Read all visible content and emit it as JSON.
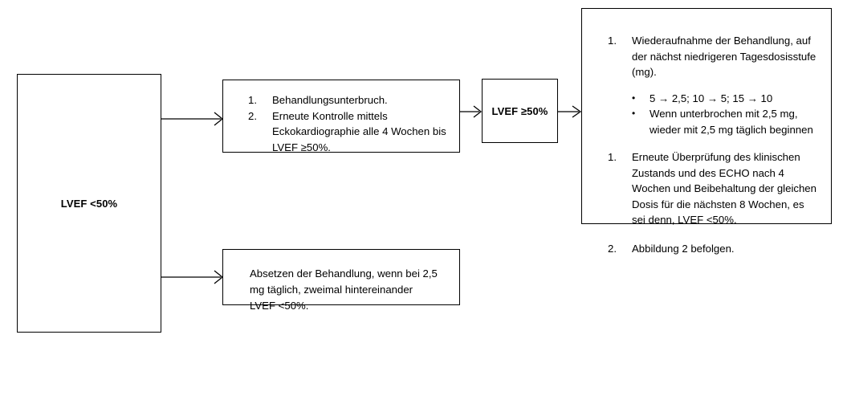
{
  "diagram": {
    "nodes": {
      "lvef_low": {
        "label": "LVEF <50%"
      },
      "interrupt": {
        "items": [
          {
            "marker": "1.",
            "text": "Behandlungsunterbruch."
          },
          {
            "marker": "2.",
            "text": "Erneute Kontrolle mittels Eckokardiographie alle 4 Wochen bis LVEF ≥50%."
          }
        ]
      },
      "lvef_ok": {
        "label": "LVEF ≥50%"
      },
      "resume": {
        "items": [
          {
            "marker": "1.",
            "text": "Wiederaufnahme der Behandlung, auf der nächst niedrigeren Tagesdosisstufe (mg)."
          },
          {
            "marker": "•",
            "text": "5 → 2,5; 10 → 5; 15 → 10"
          },
          {
            "marker": "•",
            "text": "Wenn unterbrochen mit 2,5 mg, wieder mit 2,5 mg täglich beginnen"
          },
          {
            "marker": "1.",
            "text": "Erneute Überprüfung des klinischen Zustands und des ECHO nach 4 Wochen und Beibehaltung der gleichen Dosis für die nächsten 8 Wochen, es sei denn, LVEF <50%."
          },
          {
            "marker": "2.",
            "text": "Abbildung 2 befolgen."
          }
        ]
      },
      "stop": {
        "text": "Absetzen der Behandlung, wenn bei 2,5 mg täglich, zweimal hintereinander LVEF <50%."
      }
    },
    "colors": {
      "stroke": "#000000",
      "background": "#ffffff",
      "text": "#000000"
    }
  }
}
